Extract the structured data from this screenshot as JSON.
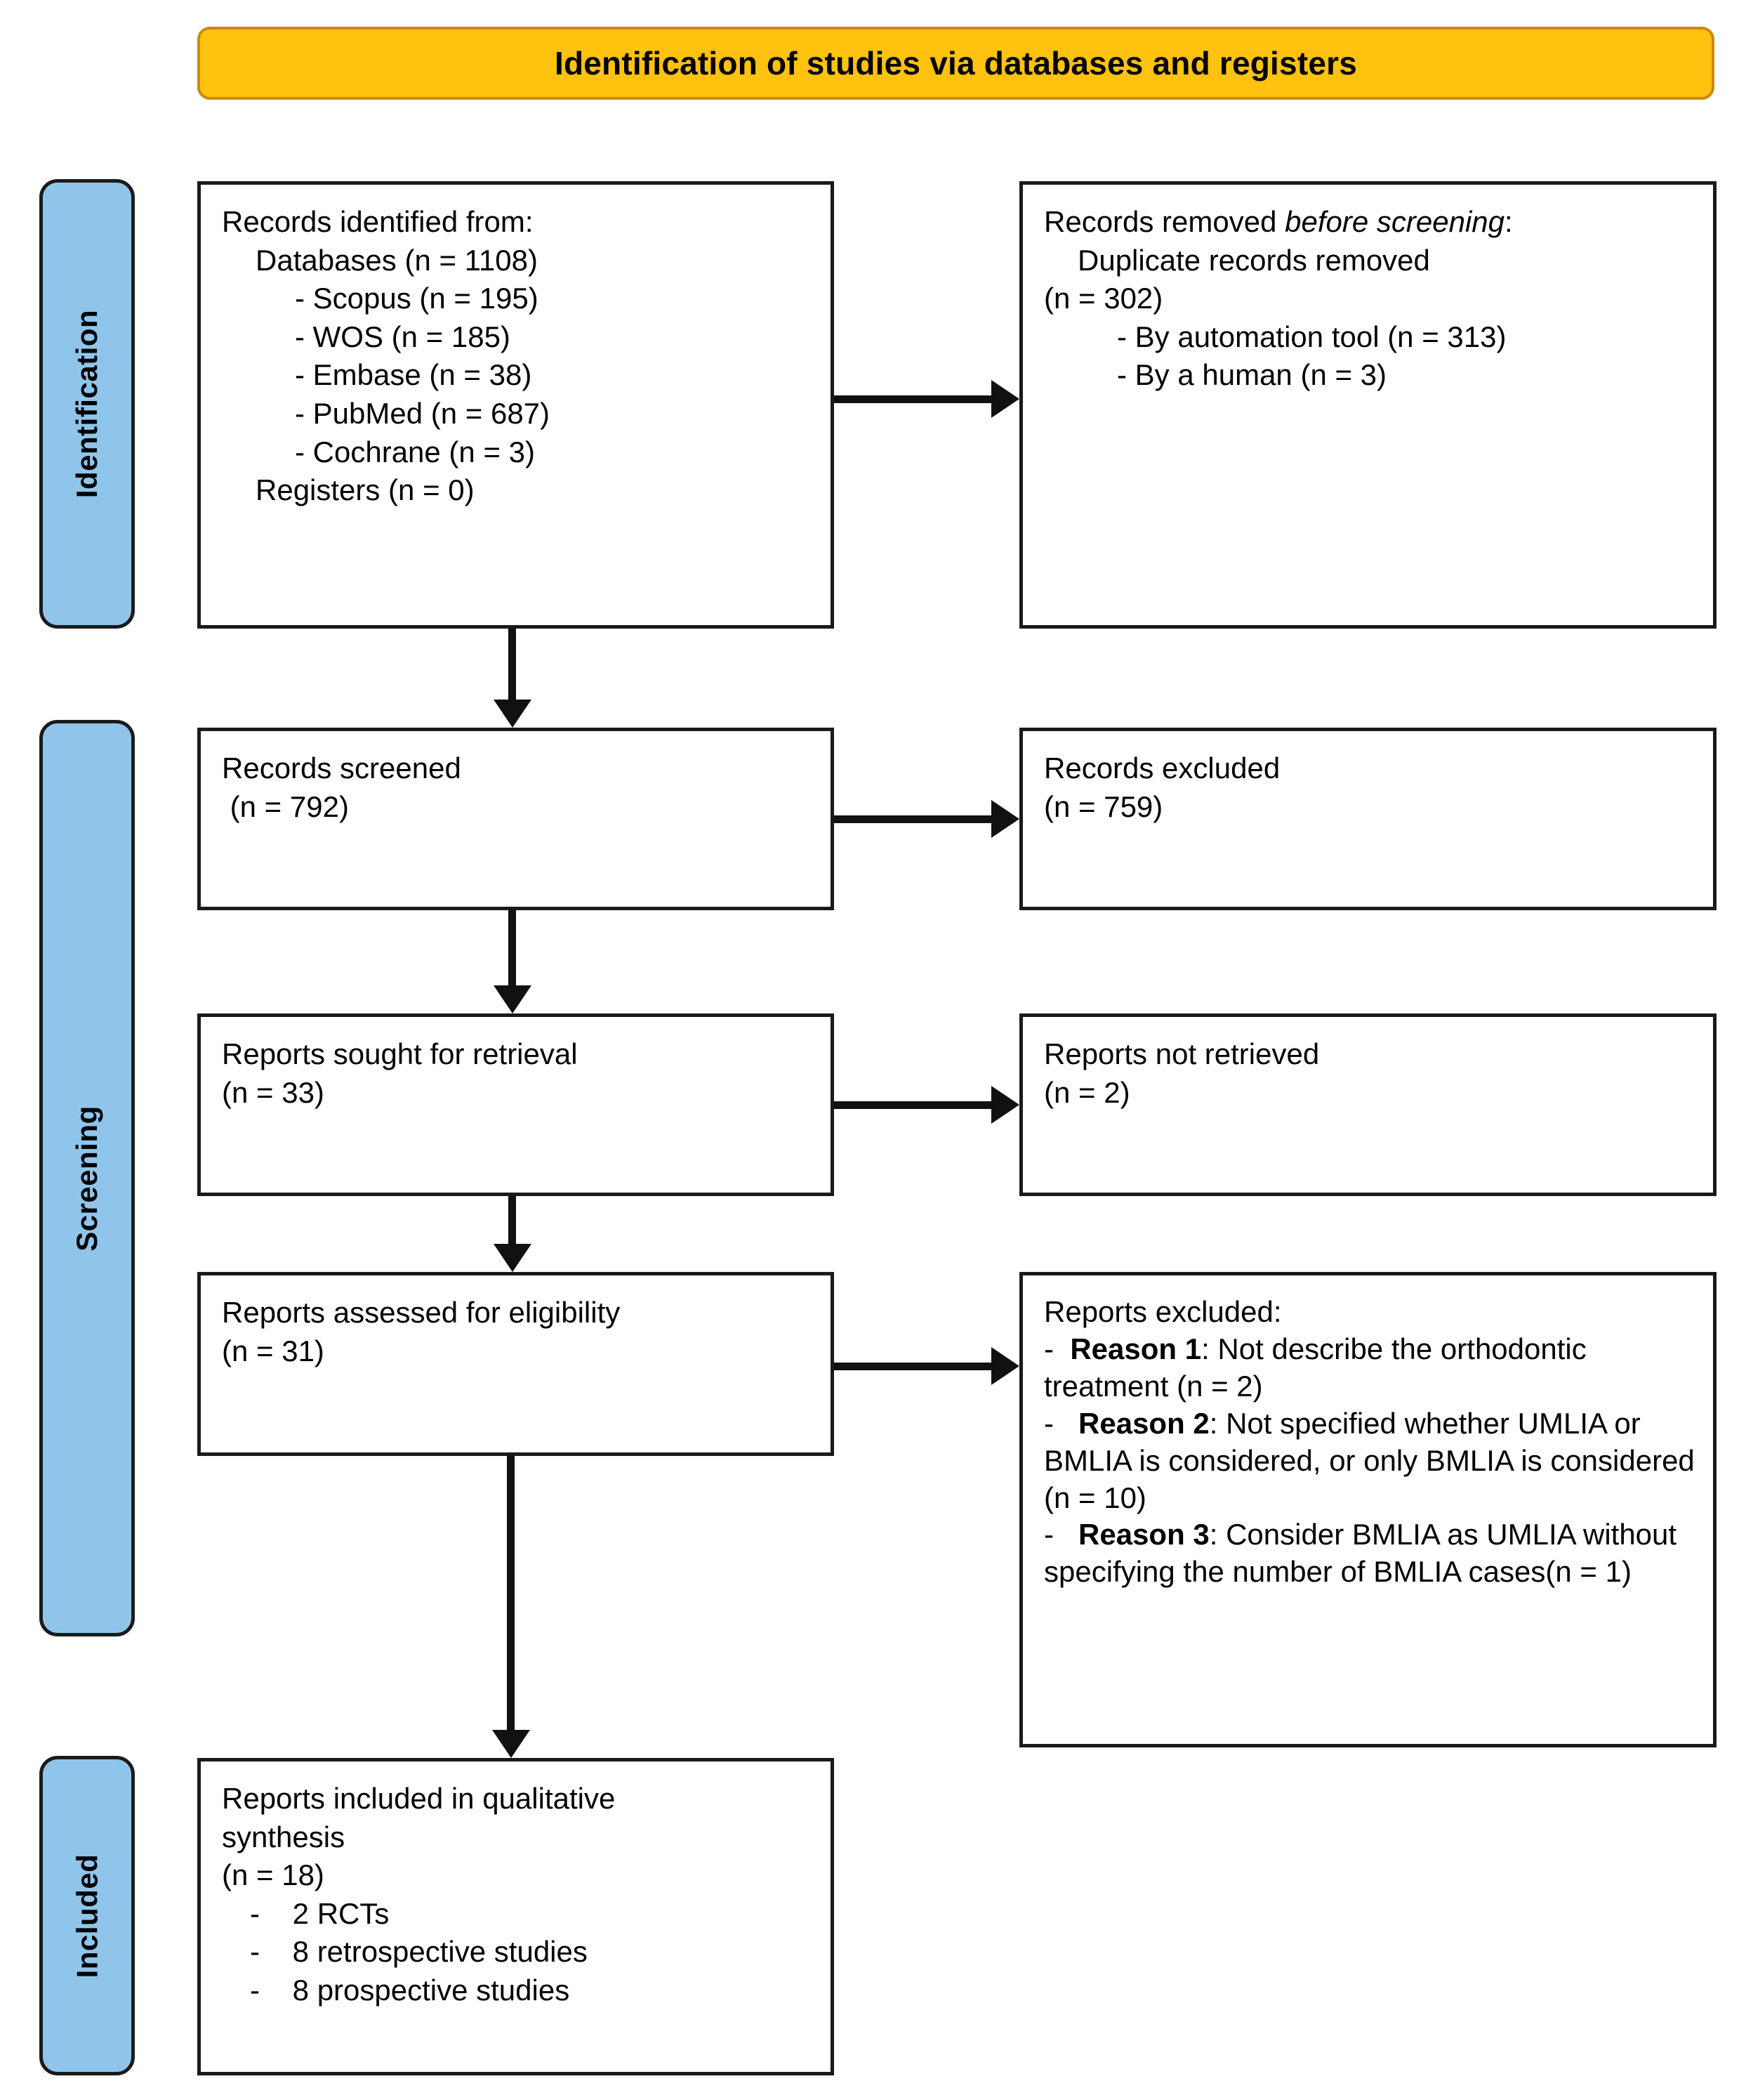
{
  "banner": {
    "title": "Identification of studies via databases and registers",
    "fill_color": "#FFC20E",
    "border_color": "#C78B08"
  },
  "stages": [
    {
      "key": "identification",
      "label": "Identification",
      "fill_color": "#8FC5EA"
    },
    {
      "key": "screening",
      "label": "Screening",
      "fill_color": "#8FC5EA"
    },
    {
      "key": "included",
      "label": "Included",
      "fill_color": "#8FC5EA"
    }
  ],
  "boxes": {
    "identified": {
      "heading": "Records identified from:",
      "databases_total": "Databases (n = 1108)",
      "sources": [
        "- Scopus (n = 195)",
        "- WOS (n = 185)",
        "- Embase (n = 38)",
        "- PubMed (n = 687)",
        "- Cochrane (n = 3)"
      ],
      "registers": "Registers (n = 0)"
    },
    "removed": {
      "heading_prefix": "Records removed ",
      "heading_italic": "before screening",
      "heading_suffix": ":",
      "duplicate_line": "Duplicate records removed",
      "duplicate_count": "(n = 302)",
      "breakdown": [
        "- By automation tool (n = 313)",
        "- By a human (n = 3)"
      ]
    },
    "screened": {
      "label": "Records screened",
      "count": " (n = 792)"
    },
    "excluded": {
      "label": "Records excluded",
      "count": "(n = 759)"
    },
    "sought": {
      "label": "Reports sought for retrieval",
      "count": "(n = 33)"
    },
    "not_retrieved": {
      "label": "Reports not retrieved",
      "count": "(n = 2)"
    },
    "assessed": {
      "label": "Reports assessed for eligibility",
      "count": "(n = 31)"
    },
    "reports_excluded": {
      "heading": "Reports excluded:",
      "reasons": [
        {
          "bullet": "-",
          "label": "Reason 1",
          "text": ": Not describe the orthodontic treatment (n = 2)"
        },
        {
          "bullet": "-",
          "label": "Reason 2",
          "text": ": Not specified whether UMLIA or BMLIA is considered, or only BMLIA is considered (n = 10)"
        },
        {
          "bullet": "-",
          "label": "Reason 3",
          "text": ": Consider BMLIA as UMLIA without specifying the number of BMLIA cases(n = 1)"
        }
      ]
    },
    "included": {
      "label_line1": "Reports included in qualitative",
      "label_line2": "synthesis",
      "count": "(n = 18)",
      "items": [
        "-    2 RCTs",
        "-    8 retrospective studies",
        "-    8 prospective studies"
      ]
    }
  }
}
